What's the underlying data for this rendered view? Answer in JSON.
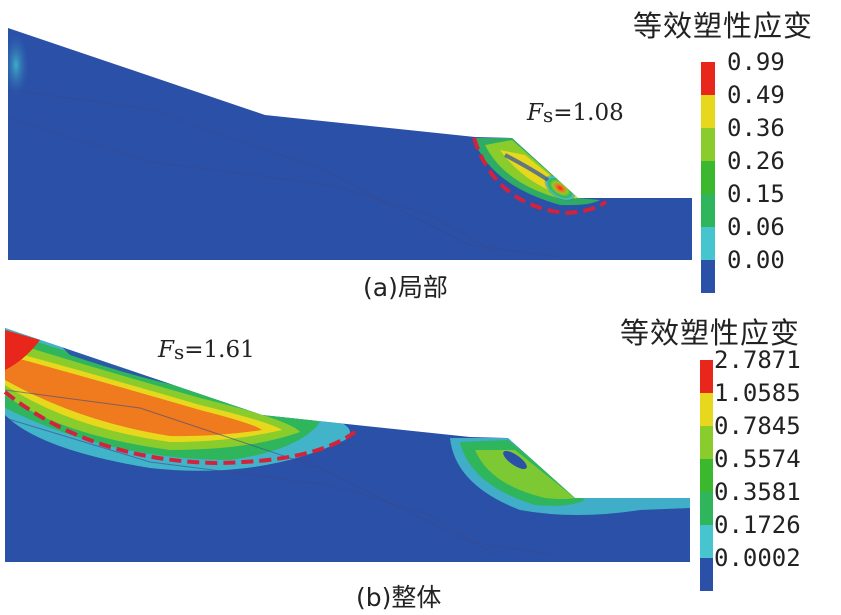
{
  "panels": [
    {
      "caption": "(a)局部",
      "legend_title": "等效塑性应变",
      "legend_ticks": [
        "0.99",
        "0.49",
        "0.36",
        "0.26",
        "0.15",
        "0.06",
        "0.00"
      ],
      "legend_colors": [
        "#e8261b",
        "#e8d81d",
        "#8acc2c",
        "#3bb82e",
        "#2fb55c",
        "#46c5cf",
        "#2a50a8"
      ],
      "fs_symbol": "F",
      "fs_sub": "s",
      "fs_value": "=1.08"
    },
    {
      "caption": "(b)整体",
      "legend_title": "等效塑性应变",
      "legend_ticks": [
        "2.7871",
        "1.0585",
        "0.7845",
        "0.5574",
        "0.3581",
        "0.1726",
        "0.0002"
      ],
      "legend_colors": [
        "#e8261b",
        "#e8d81d",
        "#8acc2c",
        "#3bb82e",
        "#2fb55c",
        "#46c5cf",
        "#2a50a8"
      ],
      "fs_symbol": "F",
      "fs_sub": "s",
      "fs_value": "=1.61"
    }
  ],
  "colors": {
    "soil_base": "#2a50a8",
    "slip_line": "#d2233c",
    "layer_line": "#3a4a8a"
  }
}
